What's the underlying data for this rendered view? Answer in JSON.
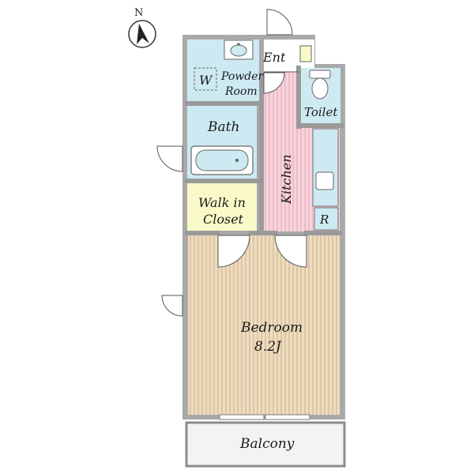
{
  "compass": {
    "north_label": "N"
  },
  "rooms": {
    "entrance": "Ent",
    "powder_room_line1": "Powder",
    "powder_room_line2": "Room",
    "washer": "W",
    "toilet": "Toilet",
    "bath": "Bath",
    "kitchen": "Kitchen",
    "walk_in_closet_line1": "Walk in",
    "walk_in_closet_line2": "Closet",
    "refrigerator": "R",
    "bedroom": "Bedroom",
    "bedroom_size": "8.2J",
    "balcony": "Balcony"
  },
  "colors": {
    "wall": "#a9a9a9",
    "wet_area": "#cdeaf2",
    "closet": "#fafac8",
    "kitchen": "#f6d3dc",
    "kitchen_stripe": "#e7a4b4",
    "bedroom": "#efdcbf",
    "bedroom_stripe": "#c9b08b",
    "balcony": "#f3f3f3"
  }
}
